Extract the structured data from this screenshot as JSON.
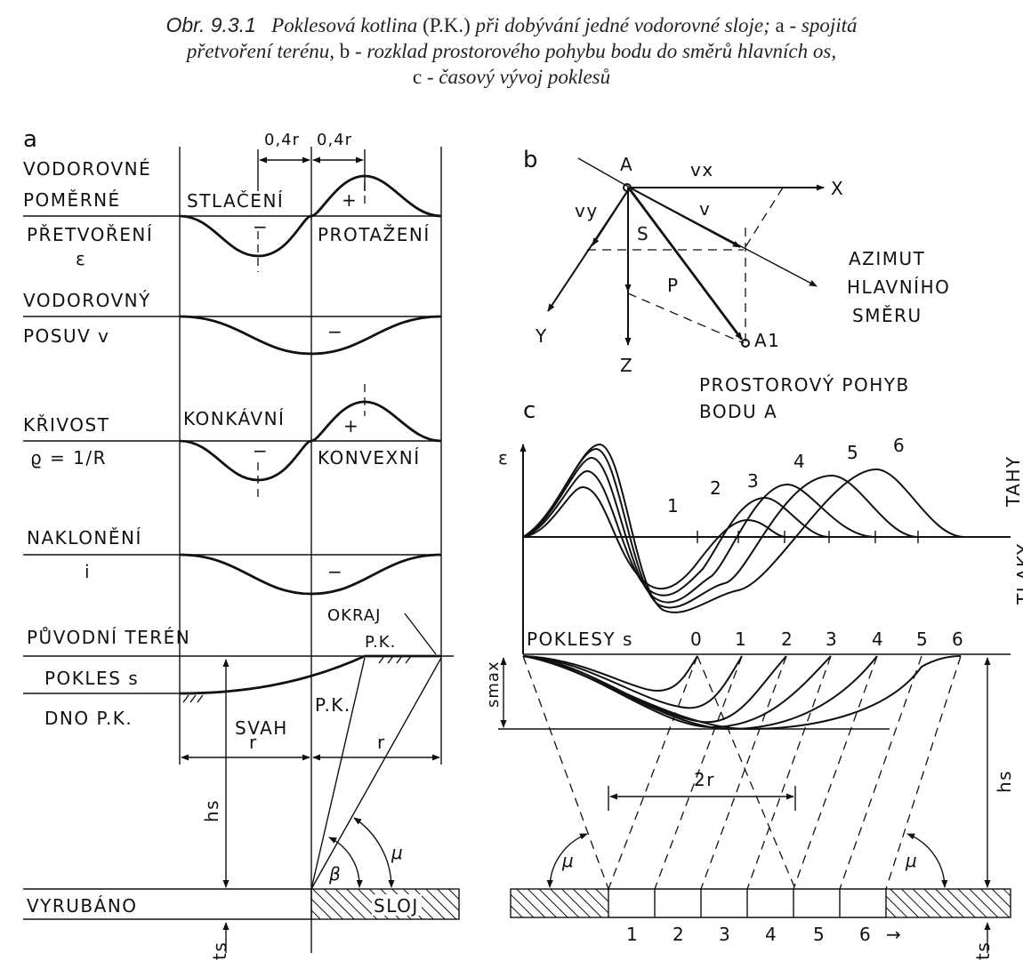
{
  "caption": {
    "fig_no": "Obr. 9.3.1",
    "line1_a": "Poklesová kotlina",
    "line1_b": "(P.K.)",
    "line1_c": "při dobývání jedné vodorovné sloje;",
    "line1_d": "a -",
    "line1_e": "spojitá",
    "line2_a": "přetvoření terénu,",
    "line2_b": "b -",
    "line2_c": "rozklad prostorového pohybu bodu do směrů hlavních os,",
    "line3_a": "c -",
    "line3_b": "časový vývoj poklesů"
  },
  "panel_a": {
    "letter": "a",
    "dim_04r_left": "0,4r",
    "dim_04r_right": "0,4r",
    "strain_label_1": "VODOROVNÉ",
    "strain_label_2": "POMĚRNÉ",
    "strain_label_3": "PŘETVOŘENÍ",
    "strain_symbol": "ε",
    "compression": "STLAČENÍ",
    "extension": "PROTAŽENÍ",
    "minus": "−",
    "plus": "+",
    "disp_label_1": "VODOROVNÝ",
    "disp_label_2": "POSUV v",
    "curv_label": "KŘIVOST",
    "curv_symbol": "ϱ = 1/R",
    "concave": "KONKÁVNÍ",
    "convex": "KONVEXNÍ",
    "tilt_label": "NAKLONĚNÍ",
    "tilt_symbol": "i",
    "orig_terrain": "PŮVODNÍ TERÉN",
    "edge_1": "OKRAJ",
    "edge_2": "P.K.",
    "subsid": "POKLES s",
    "bottom": "DNO P.K.",
    "slope": "SVAH",
    "slope_pk": "P.K.",
    "r_left": "r",
    "r_right": "r",
    "hs": "hs",
    "beta": "β",
    "mu": "μ",
    "mined": "VYRUBÁNO",
    "seam": "SLOJ",
    "ts": "ts"
  },
  "panel_b": {
    "letter": "b",
    "A": "A",
    "vx": "vx",
    "X": "X",
    "vy": "vy",
    "v": "v",
    "S": "S",
    "P": "P",
    "Y": "Y",
    "Z": "Z",
    "A1": "A1",
    "azimuth_1": "AZIMUT",
    "azimuth_2": "HLAVNÍHO",
    "azimuth_3": "SMĚRU",
    "motion_1": "PROSTOROVÝ POHYB",
    "motion_2": "BODU A"
  },
  "panel_c": {
    "letter": "c",
    "eps": "ε",
    "tension": "TAHY",
    "pressure": "TLAKY",
    "curve_labels": [
      "1",
      "2",
      "3",
      "4",
      "5",
      "6"
    ],
    "subsid_label": "POKLESY s",
    "subsid_ticks": [
      "0",
      "1",
      "2",
      "3",
      "4",
      "5",
      "6"
    ],
    "smax": "smax",
    "two_r": "2r",
    "hs": "hs",
    "mu_left": "μ",
    "mu_right": "μ",
    "stages": [
      "1",
      "2",
      "3",
      "4",
      "5",
      "6"
    ],
    "arrow": "→",
    "ts": "ts"
  }
}
